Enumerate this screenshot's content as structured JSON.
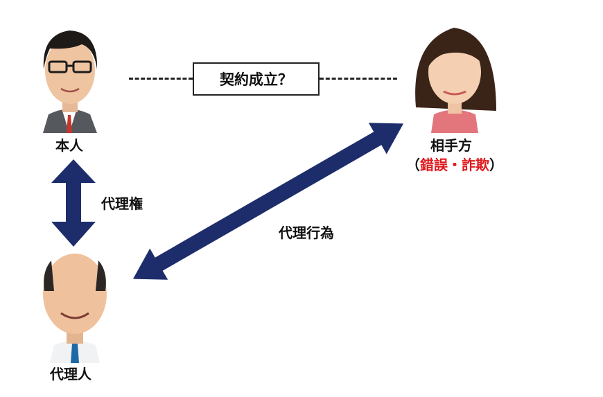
{
  "nodes": {
    "principal": {
      "label": "本人"
    },
    "counterparty": {
      "label": "相手方",
      "note_open": "（",
      "note_mistake": "錯誤",
      "note_sep": "・",
      "note_fraud": "詐欺",
      "note_close": "）"
    },
    "agent": {
      "label": "代理人"
    }
  },
  "edges": {
    "contract": "契約成立？",
    "authority": "代理権",
    "agency_act": "代理行為"
  },
  "colors": {
    "arrow": "#1d2d6b",
    "highlight": "#e0191c",
    "text": "#111111"
  }
}
